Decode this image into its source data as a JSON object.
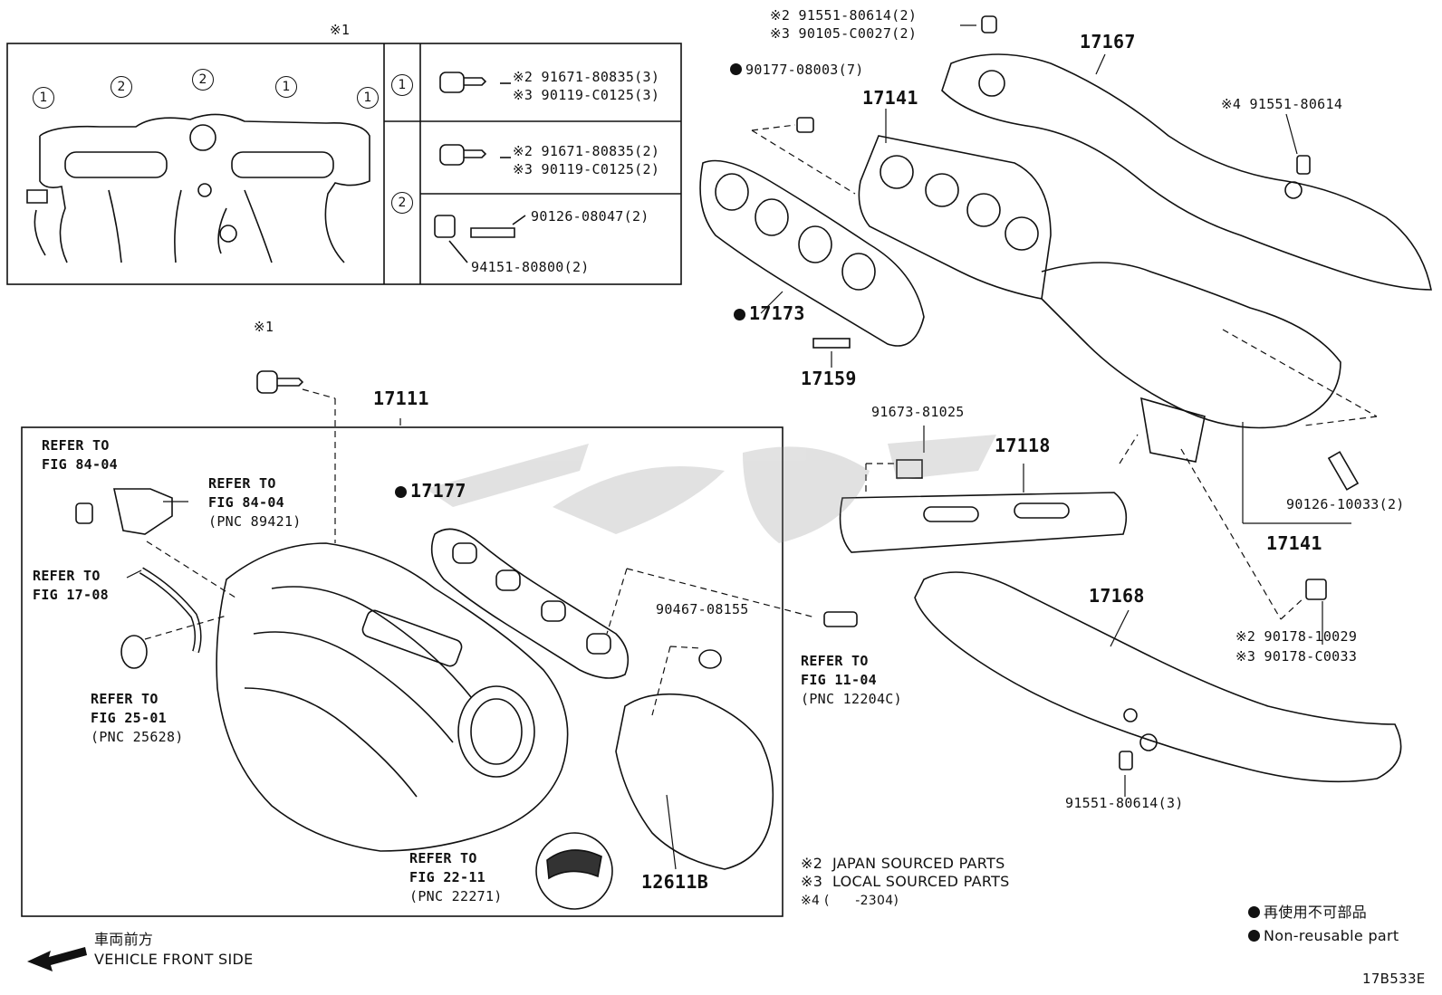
{
  "inset": {
    "ref_mark": "※1",
    "circles": [
      "1",
      "2",
      "2",
      "1",
      "1"
    ],
    "rows": [
      {
        "no": "1",
        "lines": [
          "※2 91671-80835(3)",
          "※3 90119-C0125(3)"
        ]
      },
      {
        "no": "2",
        "lines": [
          "※2 91671-80835(2)",
          "※3 90119-C0125(2)"
        ],
        "stud": "90126-08047(2)",
        "nut": "94151-80800(2)"
      }
    ]
  },
  "labels": {
    "p1": "※2 91551-80614(2)",
    "p2": "※3 90105-C0027(2)",
    "p3": "90177-08003(7)",
    "p4": "17167",
    "p5": "17141",
    "p6": "※4 91551-80614",
    "p7": "17173",
    "p8": "17159",
    "p9": "※1",
    "p10": "17111",
    "p11": "91673-81025",
    "p12": "17118",
    "p13": "90126-10033(2)",
    "p14": "17141",
    "p15": "17177",
    "p16": "17168",
    "p17": "90467-08155",
    "p18": "※2 90178-10029",
    "p19": "※3 90178-C0033",
    "p20": "91551-80614(3)",
    "p21": "12611B"
  },
  "refs": [
    {
      "l1": "REFER TO",
      "l2": "FIG 84-04",
      "l3": ""
    },
    {
      "l1": "REFER TO",
      "l2": "FIG 84-04",
      "l3": "(PNC 89421)"
    },
    {
      "l1": "REFER TO",
      "l2": "FIG 17-08",
      "l3": ""
    },
    {
      "l1": "REFER TO",
      "l2": "FIG 25-01",
      "l3": "(PNC 25628)"
    },
    {
      "l1": "REFER TO",
      "l2": "FIG 11-04",
      "l3": "(PNC 12204C)"
    },
    {
      "l1": "REFER TO",
      "l2": "FIG 22-11",
      "l3": "(PNC 22271)"
    }
  ],
  "notes": [
    "※2  JAPAN SOURCED PARTS",
    "※3  LOCAL SOURCED PARTS",
    "※4 (      -2304)"
  ],
  "legend": {
    "jp": "再使用不可部品",
    "en": "Non-reusable part"
  },
  "direction": {
    "jp": "車両前方",
    "en": "VEHICLE FRONT SIDE"
  },
  "figure_id": "17B533E"
}
